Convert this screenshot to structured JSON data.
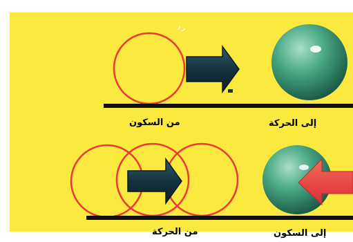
{
  "colors": {
    "background": "#fbe93f",
    "ring": "#ea3a36",
    "sphere_light": "#a9dfc7",
    "sphere_mid": "#4aa985",
    "sphere_dark": "#1b5a47",
    "arrow_dark": "#15323d",
    "arrow_red": "#e83d3d",
    "ground": "#111111"
  },
  "scenes": {
    "top": {
      "rest_label": "من السكون",
      "motion_label": "إلى الحركة"
    },
    "bottom": {
      "motion_label": "من الحركة",
      "rest_label": "إلى السكون"
    }
  },
  "icons": {
    "dark_arrow": "arrow-right-icon",
    "red_arrow": "arrow-left-icon",
    "ball": "sphere-icon"
  }
}
